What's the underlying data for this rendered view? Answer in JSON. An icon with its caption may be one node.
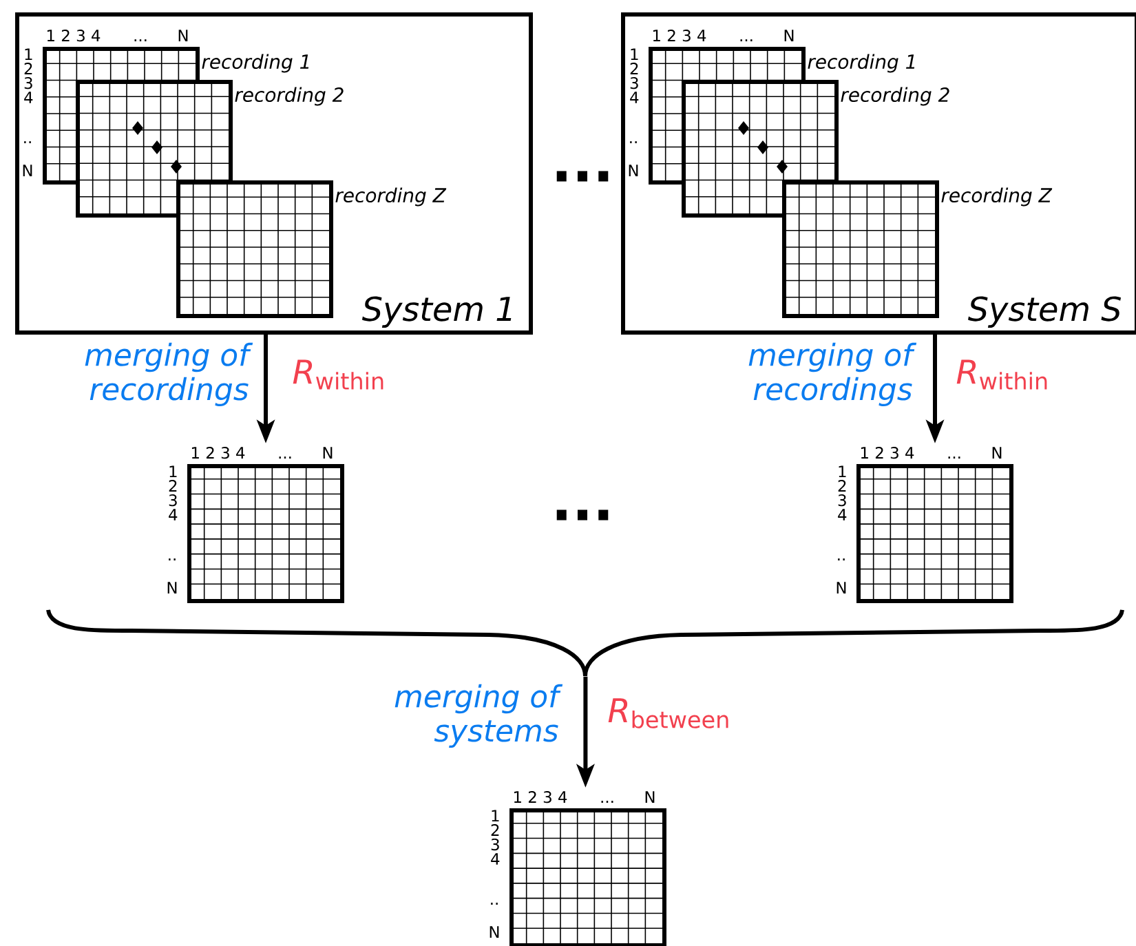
{
  "diagram": {
    "nodes": [
      {
        "text": [
          "System 1"
        ]
      },
      {
        "text": [],
        "shape": "box",
        "in": 0,
        "beside": [
          "1 2 3 4",
          "...",
          "N",
          "1 2 3 4",
          "..",
          "N",
          "recording 1"
        ]
      },
      {
        "text": [],
        "shape": "box",
        "in": 0,
        "beside": [
          "recording 2"
        ]
      },
      {
        "text": [],
        "shape": "box",
        "in": 0,
        "beside": [
          "recording Z"
        ]
      },
      {
        "text": [
          "System S"
        ]
      },
      {
        "text": [],
        "shape": "box",
        "in": 4,
        "beside": [
          "1 2 3 4",
          "...",
          "N",
          "1 2 3 4",
          "..",
          "N",
          "recording 1"
        ]
      },
      {
        "text": [],
        "shape": "box",
        "in": 4,
        "beside": [
          "recording 2"
        ]
      },
      {
        "text": [],
        "shape": "box",
        "in": 4,
        "beside": [
          "recording Z"
        ]
      },
      {
        "text": [],
        "shape": "box",
        "beside": [
          "1 2 3 4",
          "...",
          "N",
          "1 2 3 4",
          "..",
          "N"
        ]
      },
      {
        "text": [],
        "shape": "box",
        "beside": [
          "1 2 3 4",
          "...",
          "N",
          "1 2 3 4",
          "..",
          "N"
        ]
      },
      {
        "text": [],
        "shape": "box",
        "beside": [
          "1 2 3 4",
          "...",
          "N",
          "1 2 3 4",
          "..",
          "N"
        ]
      },
      {
        "text": [],
        "shape": "brace"
      }
    ],
    "edges": [
      {
        "from": 0,
        "to": 8,
        "arrow": "to",
        "label": "merging of recordings"
      },
      {
        "from": 4,
        "to": 9,
        "arrow": "to",
        "label": "merging of recordings"
      },
      {
        "from": 11,
        "to": 10,
        "arrow": "to",
        "label": "merging of systems"
      }
    ],
    "labels": [
      "...",
      "*R*$_{within}$",
      "*R*$_{within}$",
      "...",
      "*R*$_{between}$"
    ]
  }
}
